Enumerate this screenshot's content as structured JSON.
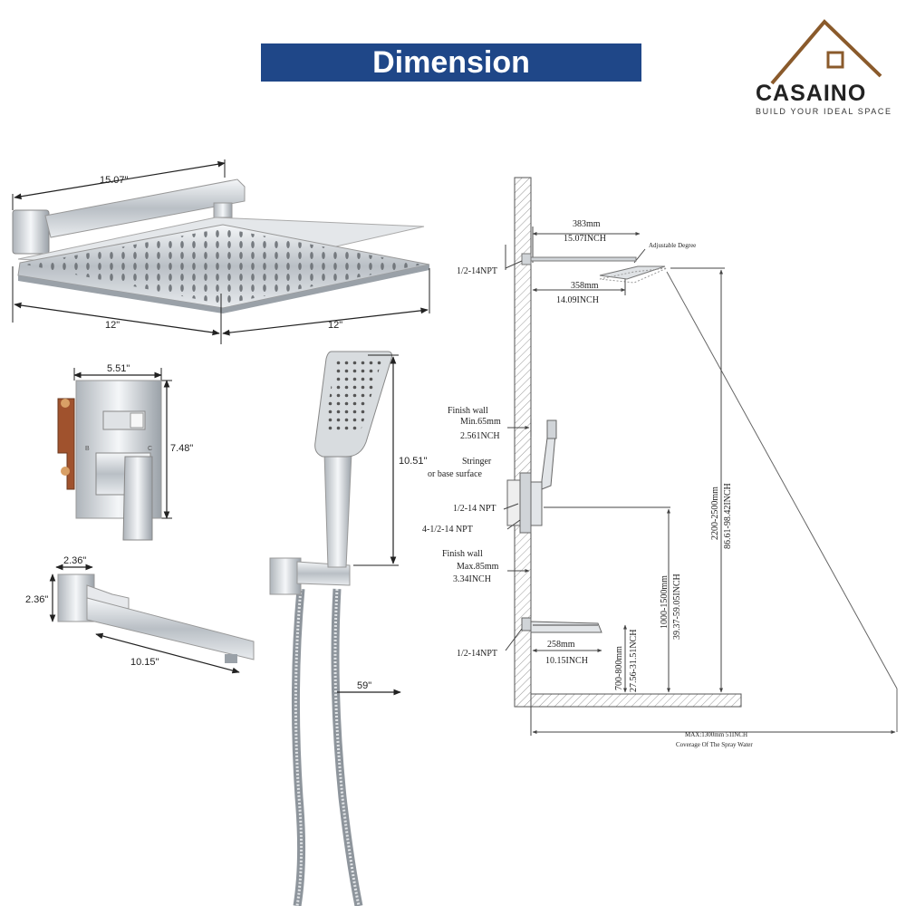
{
  "banner": {
    "title": "Dimension"
  },
  "brand": {
    "name": "CASAINO",
    "tagline": "BUILD YOUR IDEAL SPACE"
  },
  "colors": {
    "banner": "#1f4788",
    "logo": "#8a5a2b",
    "chrome": "#c8ccd0"
  },
  "product_dims": {
    "arm_length": "15.07\"",
    "head_left": "12\"",
    "head_right": "12\"",
    "valve_width": "5.51\"",
    "valve_height": "7.48\"",
    "spout_width": "2.36\"",
    "spout_height": "2.36\"",
    "spout_length": "10.15\"",
    "handheld_length": "10.51\"",
    "hose_length": "59\""
  },
  "install": {
    "arm_mm": "383mm",
    "arm_in": "15.07INCH",
    "adjustable": "Adjustable Degree",
    "npt_top": "1/2-14NPT",
    "head_mm": "358mm",
    "head_in": "14.09INCH",
    "finish_min_label": "Finish wall",
    "finish_min_mm": "Min.65mm",
    "finish_min_in": "2.561NCH",
    "stringer_1": "Stringer",
    "stringer_2": "or base surface",
    "npt_mid1": "1/2-14 NPT",
    "npt_mid2": "4-1/2-14 NPT",
    "finish_max_label": "Finish wall",
    "finish_max_mm": "Max.85mm",
    "finish_max_in": "3.34INCH",
    "height_head_mm": "2200-2500mm",
    "height_head_in": "86.61-98.42INCH",
    "height_valve_mm": "1000-1500mm",
    "height_valve_in": "39.37-59.05INCH",
    "npt_bottom": "1/2-14NPT",
    "spout_mm": "258mm",
    "spout_in": "10.15INCH",
    "height_spout_mm": "700-800mm",
    "height_spout_in": "27.56-31.51NCH",
    "coverage_max": "MAX:1300mm 51INCH",
    "coverage_label": "Coverage Of The Spray Water"
  }
}
